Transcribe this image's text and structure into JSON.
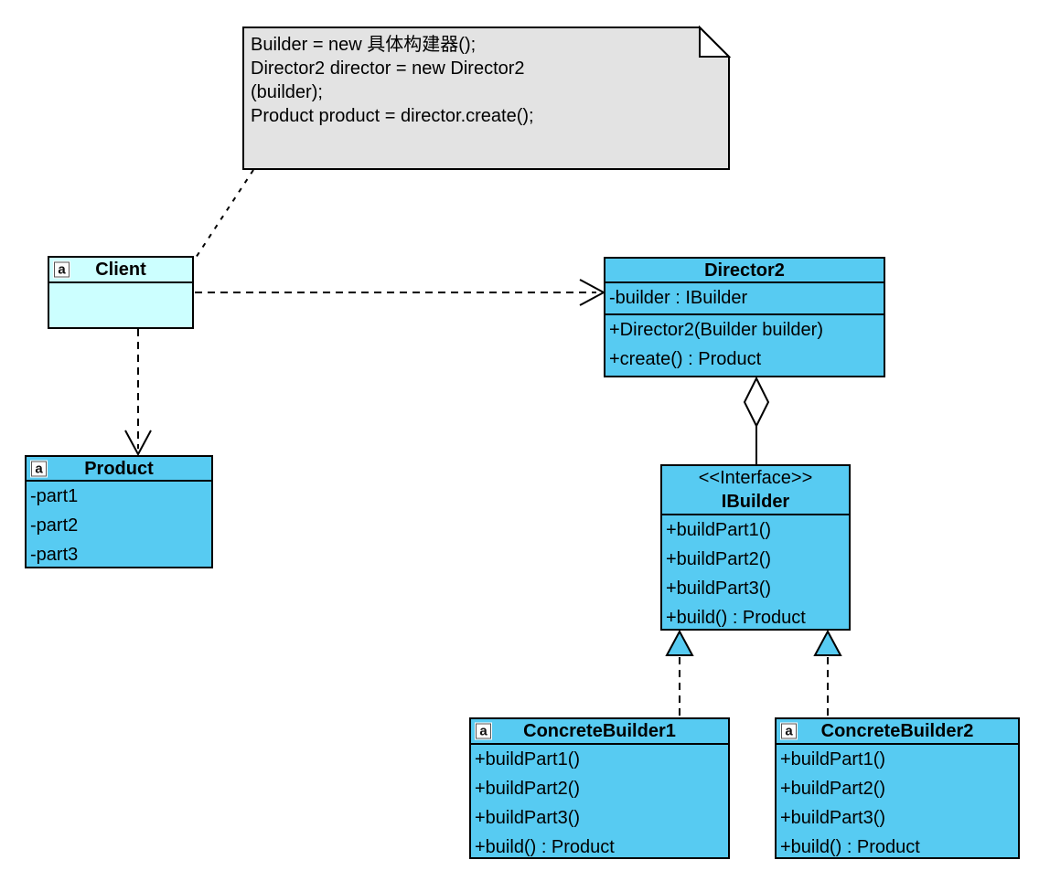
{
  "colors": {
    "class_fill": "#57CBF2",
    "client_fill": "#CCFFFF",
    "note_fill": "#E3E3E3",
    "border": "#000000",
    "background": "#FFFFFF"
  },
  "icons": {
    "class_marker_label": "a"
  },
  "note": {
    "lines": [
      "Builder = new 具体构建器();",
      "Director2 director = new Director2",
      "(builder);",
      "Product product = director.create();"
    ]
  },
  "classes": {
    "client": {
      "name": "Client",
      "attributes": [],
      "methods": []
    },
    "director2": {
      "name": "Director2",
      "attributes": [
        "-builder : IBuilder"
      ],
      "methods": [
        "+Director2(Builder builder)",
        "+create() : Product"
      ]
    },
    "product": {
      "name": "Product",
      "attributes": [
        "-part1",
        "-part2",
        "-part3"
      ]
    },
    "ibuilder": {
      "stereotype": "<<Interface>>",
      "name": "IBuilder",
      "methods": [
        "+buildPart1()",
        "+buildPart2()",
        "+buildPart3()",
        "+build() : Product"
      ]
    },
    "concrete_builder1": {
      "name": "ConcreteBuilder1",
      "methods": [
        "+buildPart1()",
        "+buildPart2()",
        "+buildPart3()",
        "+build() : Product"
      ]
    },
    "concrete_builder2": {
      "name": "ConcreteBuilder2",
      "methods": [
        "+buildPart1()",
        "+buildPart2()",
        "+buildPart3()",
        "+build() : Product"
      ]
    }
  },
  "relations": [
    {
      "from": "note",
      "to": "Client",
      "type": "note-anchor"
    },
    {
      "from": "Client",
      "to": "Director2",
      "type": "dependency"
    },
    {
      "from": "Client",
      "to": "Product",
      "type": "dependency"
    },
    {
      "from": "Director2",
      "to": "IBuilder",
      "type": "aggregation"
    },
    {
      "from": "ConcreteBuilder1",
      "to": "IBuilder",
      "type": "realization"
    },
    {
      "from": "ConcreteBuilder2",
      "to": "IBuilder",
      "type": "realization"
    }
  ]
}
